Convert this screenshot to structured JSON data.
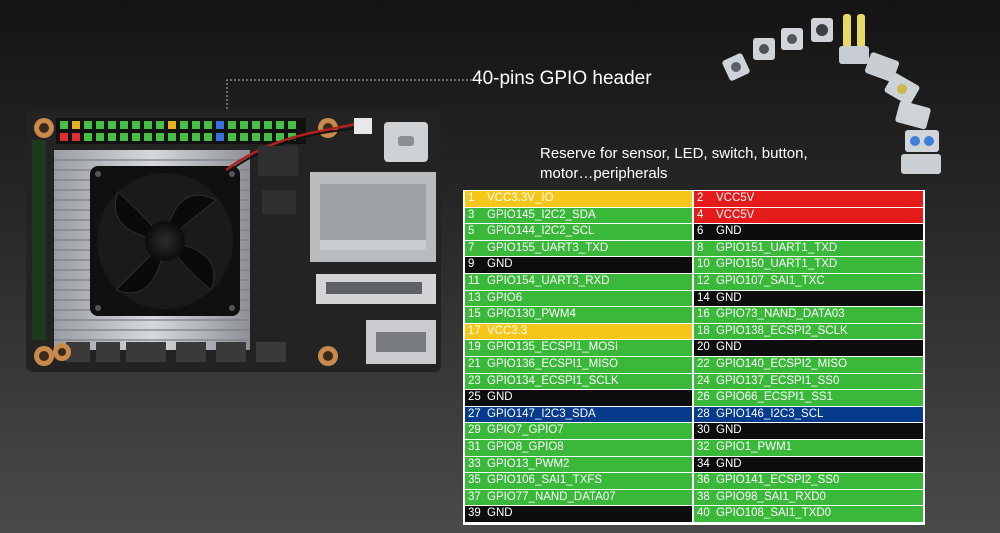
{
  "header_label": "40-pins GPIO header",
  "reserve_text": "Reserve for sensor, LED, switch, button, motor…peripherals",
  "colors": {
    "green": "#3ab83a",
    "red": "#e51a1a",
    "yellow": "#f6c718",
    "black": "#0d0d0d",
    "blue": "#073c8c"
  },
  "pins_left": [
    {
      "num": "1",
      "name": "VCC3.3V_IO",
      "color": "yellow"
    },
    {
      "num": "3",
      "name": "GPIO145_I2C2_SDA",
      "color": "green"
    },
    {
      "num": "5",
      "name": "GPIO144_I2C2_SCL",
      "color": "green"
    },
    {
      "num": "7",
      "name": "GPIO155_UART3_TXD",
      "color": "green"
    },
    {
      "num": "9",
      "name": "GND",
      "color": "black"
    },
    {
      "num": "11",
      "name": "GPIO154_UART3_RXD",
      "color": "green"
    },
    {
      "num": "13",
      "name": "GPIO6",
      "color": "green"
    },
    {
      "num": "15",
      "name": "GPIO130_PWM4",
      "color": "green"
    },
    {
      "num": "17",
      "name": "VCC3.3",
      "color": "yellow"
    },
    {
      "num": "19",
      "name": "GPIO135_ECSPI1_MOSI",
      "color": "green"
    },
    {
      "num": "21",
      "name": "GPIO136_ECSPI1_MISO",
      "color": "green"
    },
    {
      "num": "23",
      "name": "GPIO134_ECSPI1_SCLK",
      "color": "green"
    },
    {
      "num": "25",
      "name": "GND",
      "color": "black"
    },
    {
      "num": "27",
      "name": "GPIO147_I2C3_SDA",
      "color": "blue"
    },
    {
      "num": "29",
      "name": "GPIO7_GPIO7",
      "color": "green"
    },
    {
      "num": "31",
      "name": "GPIO8_GPIO8",
      "color": "green"
    },
    {
      "num": "33",
      "name": "GPIO13_PWM2",
      "color": "green"
    },
    {
      "num": "35",
      "name": "GPIO106_SAI1_TXFS",
      "color": "green"
    },
    {
      "num": "37",
      "name": "GPIO77_NAND_DATA07",
      "color": "green"
    },
    {
      "num": "39",
      "name": "GND",
      "color": "black"
    }
  ],
  "pins_right": [
    {
      "num": "2",
      "name": "VCC5V",
      "color": "red"
    },
    {
      "num": "4",
      "name": "VCC5V",
      "color": "red"
    },
    {
      "num": "6",
      "name": "GND",
      "color": "black"
    },
    {
      "num": "8",
      "name": "GPIO151_UART1_TXD",
      "color": "green"
    },
    {
      "num": "10",
      "name": "GPIO150_UART1_TXD",
      "color": "green"
    },
    {
      "num": "12",
      "name": "GPIO107_SAI1_TXC",
      "color": "green"
    },
    {
      "num": "14",
      "name": "GND",
      "color": "black"
    },
    {
      "num": "16",
      "name": "GPIO73_NAND_DATA03",
      "color": "green"
    },
    {
      "num": "18",
      "name": "GPIO138_ECSPI2_SCLK",
      "color": "green"
    },
    {
      "num": "20",
      "name": "GND",
      "color": "black"
    },
    {
      "num": "22",
      "name": "GPIO140_ECSPI2_MISO",
      "color": "green"
    },
    {
      "num": "24",
      "name": "GPIO137_ECSPI1_SS0",
      "color": "green"
    },
    {
      "num": "26",
      "name": "GPIO66_ECSPI1_SS1",
      "color": "green"
    },
    {
      "num": "28",
      "name": "GPIO146_I2C3_SCL",
      "color": "blue"
    },
    {
      "num": "30",
      "name": "GND",
      "color": "black"
    },
    {
      "num": "32",
      "name": "GPIO1_PWM1",
      "color": "green"
    },
    {
      "num": "34",
      "name": "GND",
      "color": "black"
    },
    {
      "num": "36",
      "name": "GPIO141_ECSPI2_SS0",
      "color": "green"
    },
    {
      "num": "38",
      "name": "GPIO98_SAI1_RXD0",
      "color": "green"
    },
    {
      "num": "40",
      "name": "GPIO108_SAI1_TXD0",
      "color": "green"
    }
  ]
}
